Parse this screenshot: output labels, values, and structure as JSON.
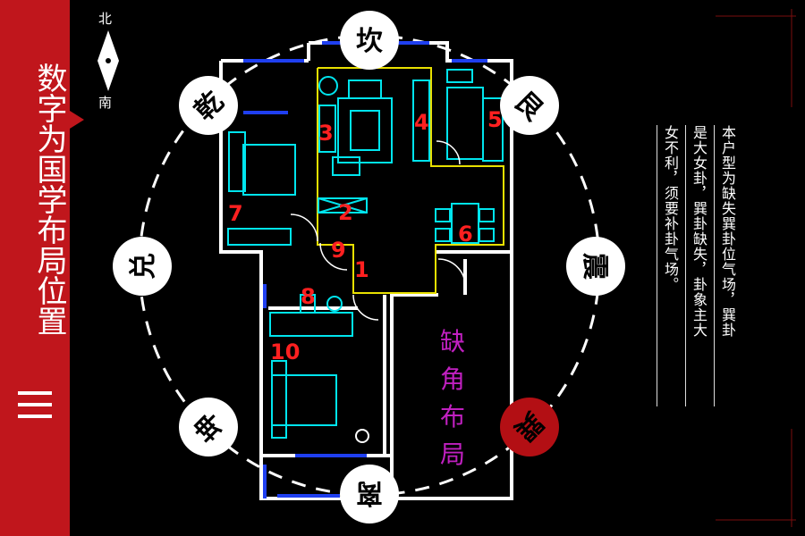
{
  "sidebar": {
    "title": "数字为国学布局位置",
    "accent_color": "#c0161c"
  },
  "compass": {
    "north": "北",
    "south": "南"
  },
  "trigrams": {
    "kan": "坎",
    "gen": "艮",
    "zhen": "震",
    "xun": "巽",
    "li": "离",
    "kun": "坤",
    "dui": "兑",
    "qian": "乾"
  },
  "rooms": [
    "1",
    "2",
    "3",
    "4",
    "5",
    "6",
    "7",
    "8",
    "9",
    "10"
  ],
  "missing_corner": [
    "缺",
    "角",
    "布",
    "局"
  ],
  "note": {
    "columns": [
      "本户型为缺失巽卦位气场，巽卦",
      "是大女卦，巽卦缺失，卦象主大",
      "女不利，须要补卦气场。"
    ]
  },
  "colors": {
    "wall": "#ffffff",
    "furniture": "#00e5ee",
    "window": "#1f3ff0",
    "zone": "#e8e000",
    "label": "#ff2020",
    "missing": "#c020c0"
  }
}
